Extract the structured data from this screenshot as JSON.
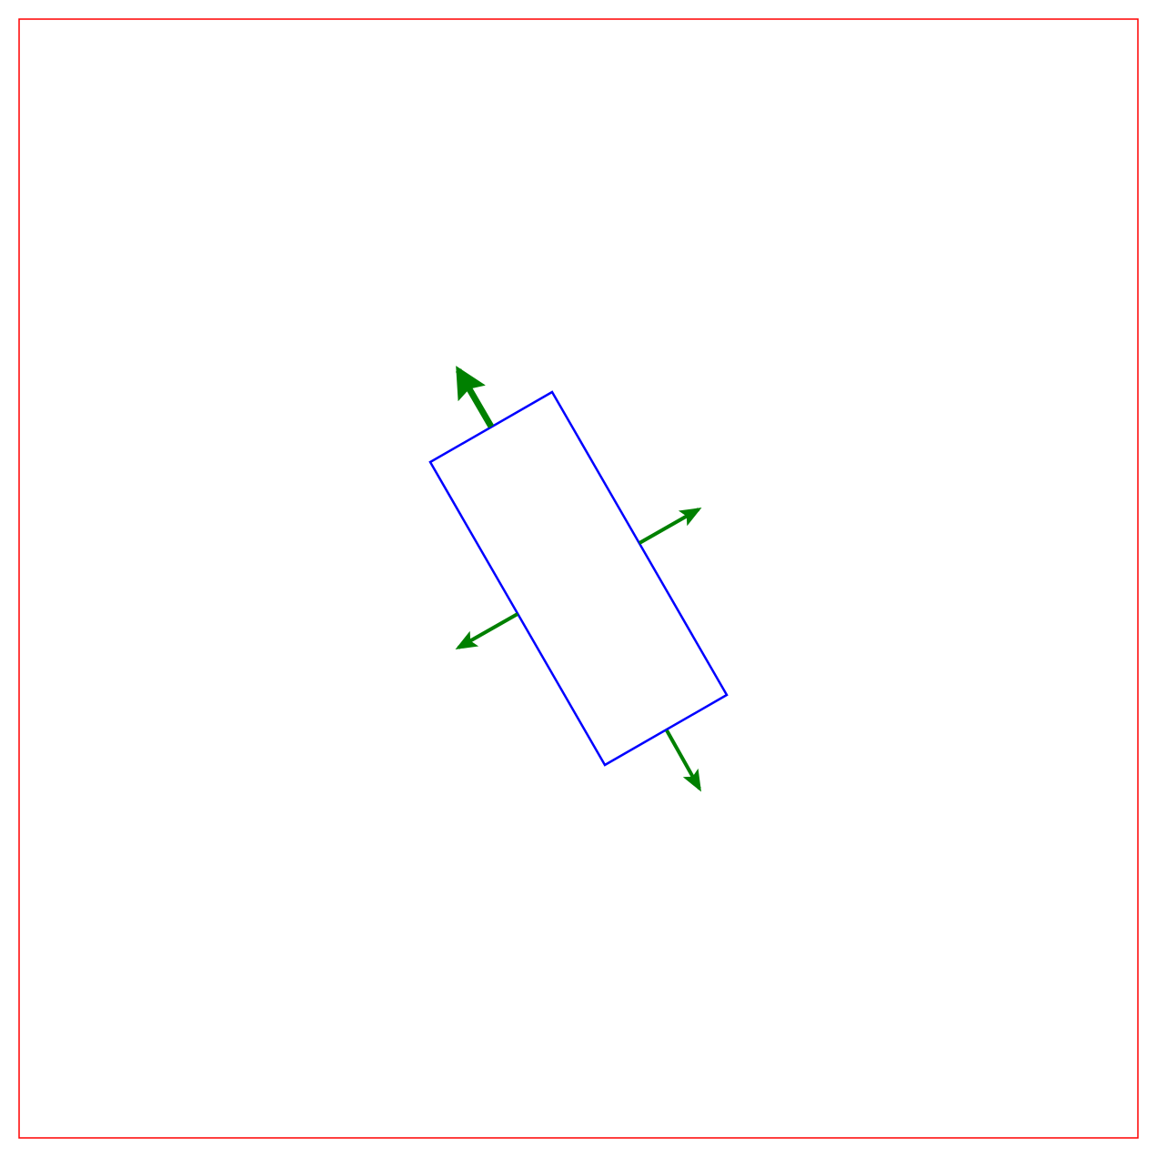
{
  "colors": {
    "frame": "#ff0000",
    "body": "#0000ff",
    "arrows": "#008000",
    "background": "#ffffff"
  },
  "diagram": {
    "shape": "rotated-rectangle",
    "arrow_count": 4,
    "arrows": [
      {
        "name": "top-edge-arrow",
        "emphasis": "strong"
      },
      {
        "name": "right-edge-arrow",
        "emphasis": "normal"
      },
      {
        "name": "left-edge-arrow",
        "emphasis": "normal"
      },
      {
        "name": "bottom-edge-arrow",
        "emphasis": "normal"
      }
    ]
  }
}
